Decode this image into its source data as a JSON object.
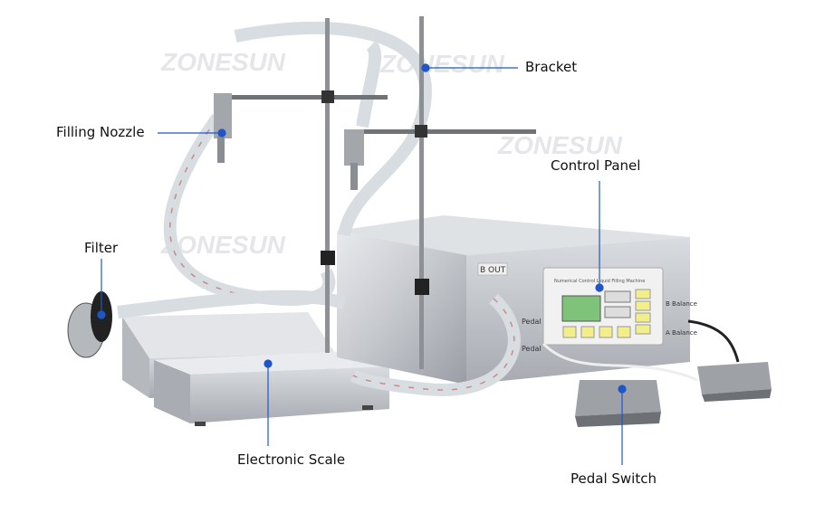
{
  "labels": {
    "bracket": "Bracket",
    "filling_nozzle": "Filling Nozzle",
    "control_panel": "Control Panel",
    "filter": "Filter",
    "electronic_scale": "Electronic Scale",
    "pedal_switch": "Pedal Switch"
  },
  "watermark": "ZONESUN",
  "machine": {
    "panel_title": "Numerical Control Liquid Filling Machine",
    "port_out": "B  OUT",
    "port_pedal_1": "Pedal",
    "port_pedal_2": "Pedal",
    "port_balance_b": "B Balance",
    "port_balance_a": "A Balance"
  },
  "colors": {
    "callout": "#1f56c7",
    "panel_keys": "#f2ee8a",
    "lcd": "#7fc27a",
    "steel": "#c9ccd0"
  }
}
